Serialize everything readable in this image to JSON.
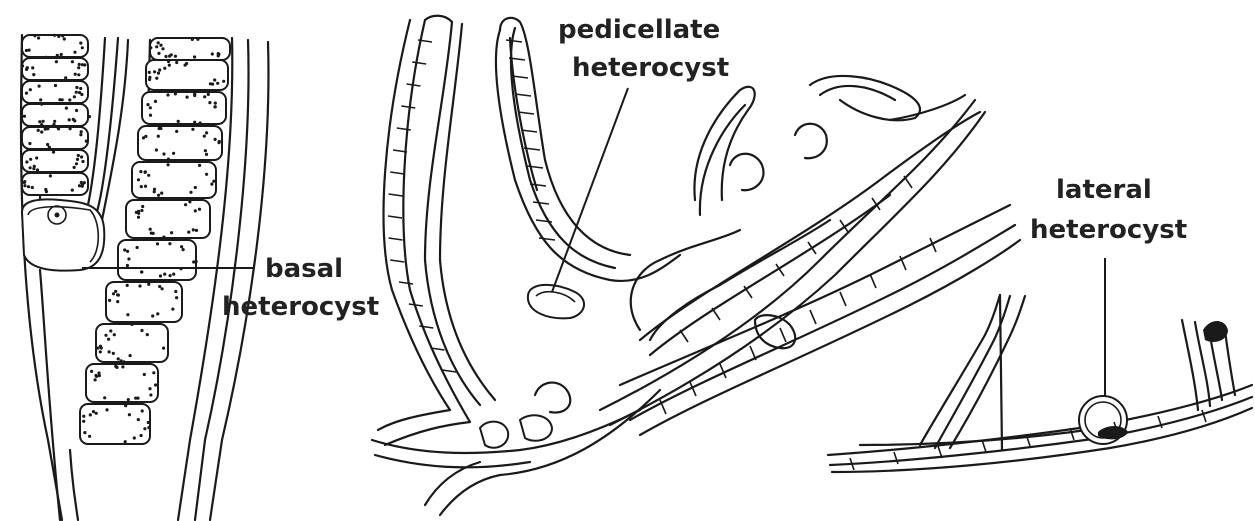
{
  "labels": {
    "basal": [
      "basal",
      "heterocyst"
    ],
    "pedicellate": [
      "pedicellate",
      "heterocyst"
    ],
    "lateral": [
      "lateral",
      "heterocyst"
    ]
  },
  "colors": {
    "ink": "#1a1a1a",
    "label": "#222222",
    "background": "#ffffff"
  }
}
